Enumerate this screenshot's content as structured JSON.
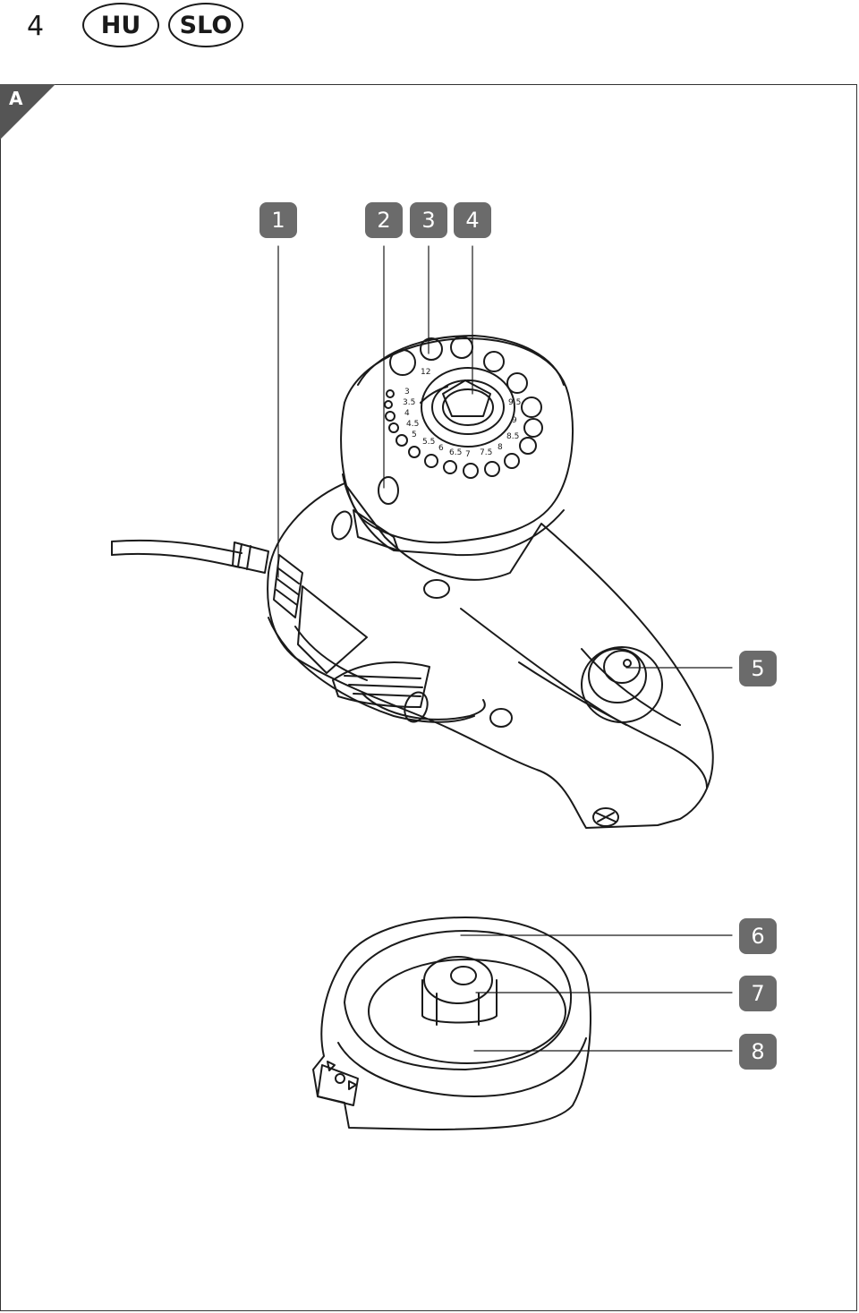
{
  "header": {
    "page_number": "4",
    "languages": [
      "HU",
      "SLO"
    ]
  },
  "figure": {
    "label": "A"
  },
  "callouts": [
    "1",
    "2",
    "3",
    "4",
    "5",
    "6",
    "7",
    "8"
  ],
  "dial_scale": [
    "12",
    "3",
    "3.5",
    "4",
    "4.5",
    "5",
    "5.5",
    "6",
    "6.5",
    "7",
    "7.5",
    "8",
    "8.5",
    "9",
    "9.5"
  ]
}
